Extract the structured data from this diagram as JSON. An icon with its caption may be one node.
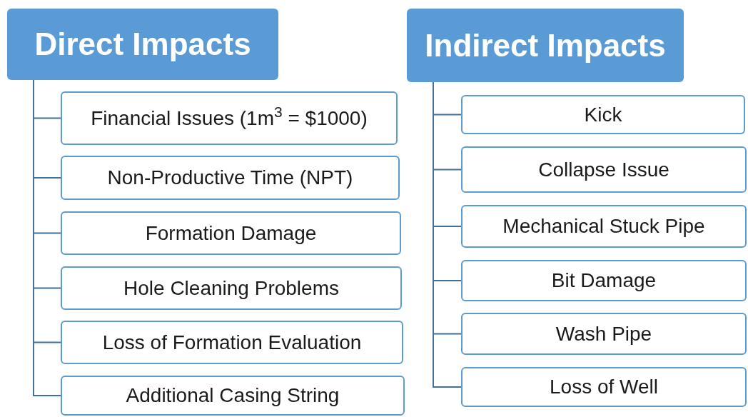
{
  "diagram": {
    "nodes": [
      {
        "text": [
          "Direct Impacts"
        ]
      },
      {
        "text": [
          "Financial Issues (1m$^{3}$ = $1000)"
        ]
      },
      {
        "text": [
          "Non-Productive Time (NPT)"
        ]
      },
      {
        "text": [
          "Formation Damage"
        ]
      },
      {
        "text": [
          "Hole Cleaning Problems"
        ]
      },
      {
        "text": [
          "Loss of Formation Evaluation"
        ]
      },
      {
        "text": [
          "Additional Casing String"
        ]
      },
      {
        "text": [
          "Indirect Impacts"
        ]
      },
      {
        "text": [
          "Kick"
        ]
      },
      {
        "text": [
          "Collapse Issue"
        ]
      },
      {
        "text": [
          "Mechanical Stuck Pipe"
        ]
      },
      {
        "text": [
          "Bit Damage"
        ]
      },
      {
        "text": [
          "Wash Pipe"
        ]
      },
      {
        "text": [
          "Loss of Well"
        ]
      }
    ],
    "edges": [
      {
        "from": 0,
        "to": 1,
        "arrow": "none"
      },
      {
        "from": 0,
        "to": 2,
        "arrow": "none"
      },
      {
        "from": 0,
        "to": 3,
        "arrow": "none"
      },
      {
        "from": 0,
        "to": 4,
        "arrow": "none"
      },
      {
        "from": 0,
        "to": 5,
        "arrow": "none"
      },
      {
        "from": 0,
        "to": 6,
        "arrow": "none"
      },
      {
        "from": 7,
        "to": 8,
        "arrow": "none"
      },
      {
        "from": 7,
        "to": 9,
        "arrow": "none"
      },
      {
        "from": 7,
        "to": 10,
        "arrow": "none"
      },
      {
        "from": 7,
        "to": 11,
        "arrow": "none"
      },
      {
        "from": 7,
        "to": 12,
        "arrow": "none"
      },
      {
        "from": 7,
        "to": 13,
        "arrow": "none"
      }
    ]
  }
}
